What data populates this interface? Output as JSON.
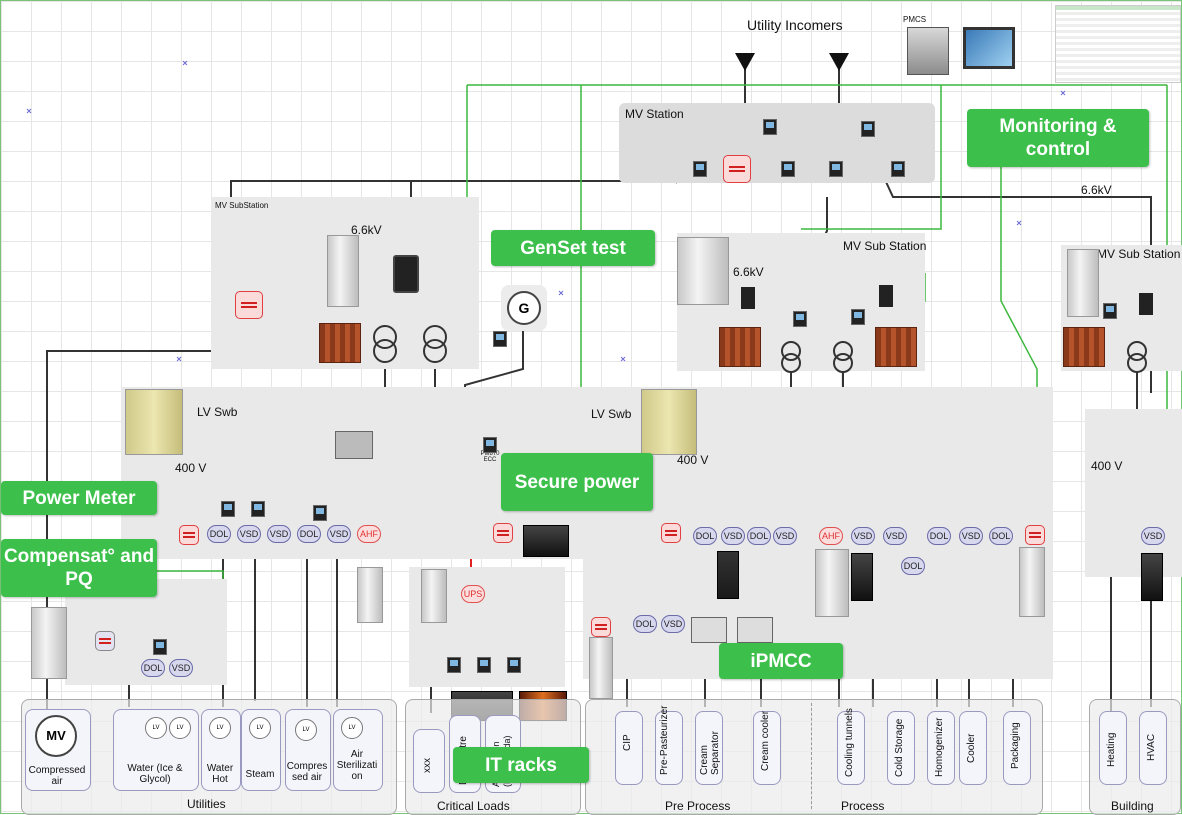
{
  "title": "Utility Incomers",
  "pmcs": "PMCS",
  "stations": {
    "mv_station": "MV Station",
    "mv_substation_left": "MV SubStation",
    "mv_sub_station_mid": "MV Sub Station",
    "mv_sub_station_right": "MV Sub Station"
  },
  "voltages": {
    "v66_left": "6.6kV",
    "v66_mid": "6.6kV",
    "v66_top": "6.6kV",
    "v400_left": "400 V",
    "v400_mid": "400 V",
    "v400_right": "400 V"
  },
  "switchboards": {
    "lv_swb_left": "LV Swb",
    "lv_swb_mid": "LV Swb"
  },
  "pm870": "PM870 ECC",
  "annotations": {
    "monitoring": "Monitoring & control",
    "genset": "GenSet test",
    "power_meter": "Power Meter",
    "compensation": "Compensat° and PQ",
    "secure": "Secure power",
    "ipmcc": "iPMCC",
    "itracks": "IT racks"
  },
  "tags": {
    "dol": "DOL",
    "vsd": "VSD",
    "ahf": "AHF",
    "ups": "UPS"
  },
  "generator": "G",
  "mv_motor": "MV",
  "lv_symbol": "LV",
  "groups": {
    "utilities": "Utilities",
    "critical": "Critical Loads",
    "preprocess": "Pre Process",
    "process": "Process",
    "building": "Building"
  },
  "loads": {
    "compressed": "Compressed air",
    "water_ice": "Water (Ice & Glycol)",
    "water_hot": "Water Hot",
    "steam": "Steam",
    "compressed_air2": "Compres sed air",
    "air_ster": "Air Sterilizati on",
    "crit1": "xxx",
    "crit2": "Datacentre",
    "crit3": "Automation (PLC/Scada)",
    "cip": "CIP",
    "prepast": "Pre-Pasteurizer",
    "cream_sep": "Cream Separator",
    "cream_cool": "Cream cooler",
    "cooling": "Cooling tunnels",
    "cold": "Cold Storage",
    "homog": "Homogenizer",
    "cooler": "Cooler",
    "packaging": "Packaging",
    "heating": "Heating",
    "hvac": "HVAC"
  },
  "colors": {
    "annotation": "#3cc04b",
    "bus": "#333333",
    "comm": "#3cb83c",
    "critical": "#e02020"
  }
}
